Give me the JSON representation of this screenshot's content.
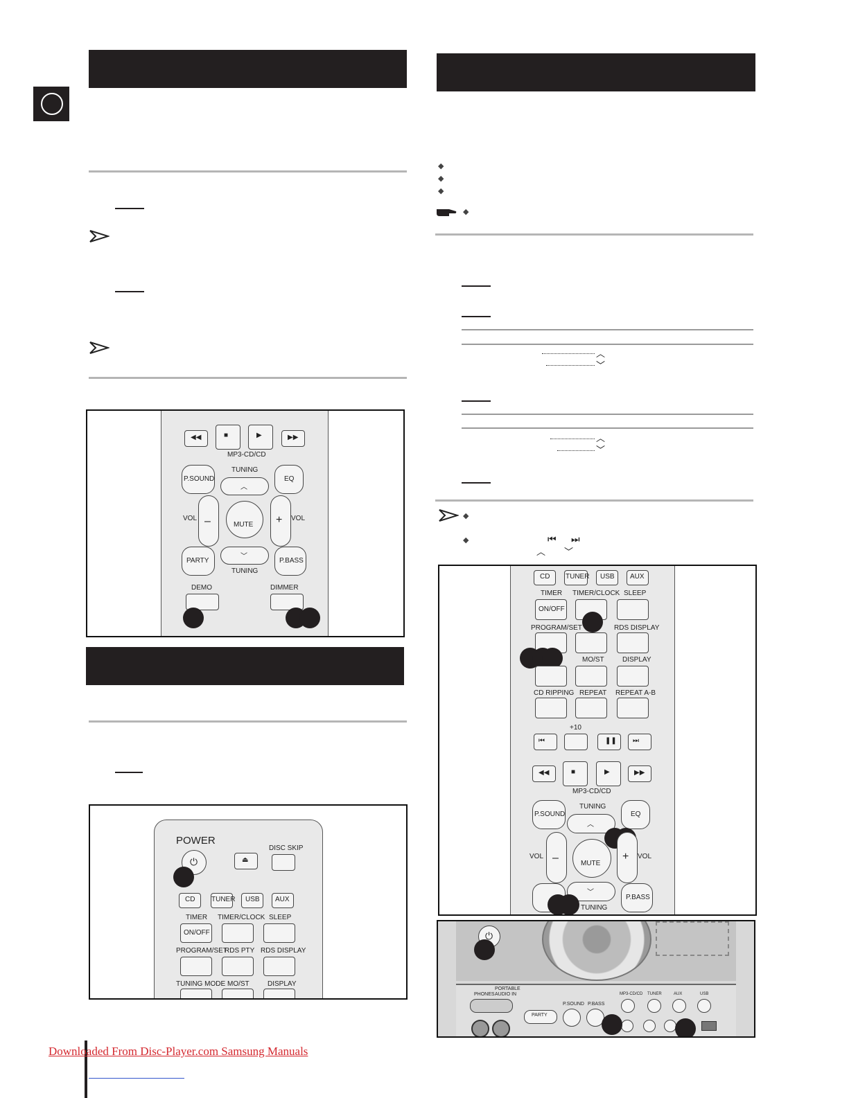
{
  "footer": {
    "link": "Downloaded From Disc-Player.com Samsung Manuals"
  },
  "remote_labels": {
    "mp3cd": "MP3-CD/CD",
    "psound": "P.SOUND",
    "tuning": "TUNING",
    "eq": "EQ",
    "vol": "VOL",
    "mute": "MUTE",
    "party": "PARTY",
    "pbass": "P.BASS",
    "demo": "DEMO",
    "dimmer": "DIMMER",
    "power": "POWER",
    "disc_skip": "DISC SKIP",
    "cd": "CD",
    "tuner": "TUNER",
    "usb": "USB",
    "aux": "AUX",
    "timer": "TIMER",
    "on_off": "ON/OFF",
    "timer_clock": "TIMER/CLOCK",
    "sleep": "SLEEP",
    "program_set": "PROGRAM/SET",
    "rds_pty": "RDS PTY",
    "rds_display": "RDS DISPLAY",
    "tuning_mode": "TUNING MODE",
    "mo_st": "MO/ST",
    "display": "DISPLAY",
    "cd_ripping": "CD RIPPING",
    "repeat": "REPEAT",
    "repeat_ab": "REPEAT A-B",
    "plus10": "+10"
  },
  "panel_labels": {
    "phones": "PHONES",
    "portable": "PORTABLE",
    "audio_in": "AUDIO IN",
    "mp3cdcd": "MP3-CD/CD",
    "tuner": "TUNER",
    "aux": "AUX",
    "usb": "USB",
    "party": "PARTY",
    "psound": "P.SOUND",
    "pbass": "P.BASS"
  }
}
